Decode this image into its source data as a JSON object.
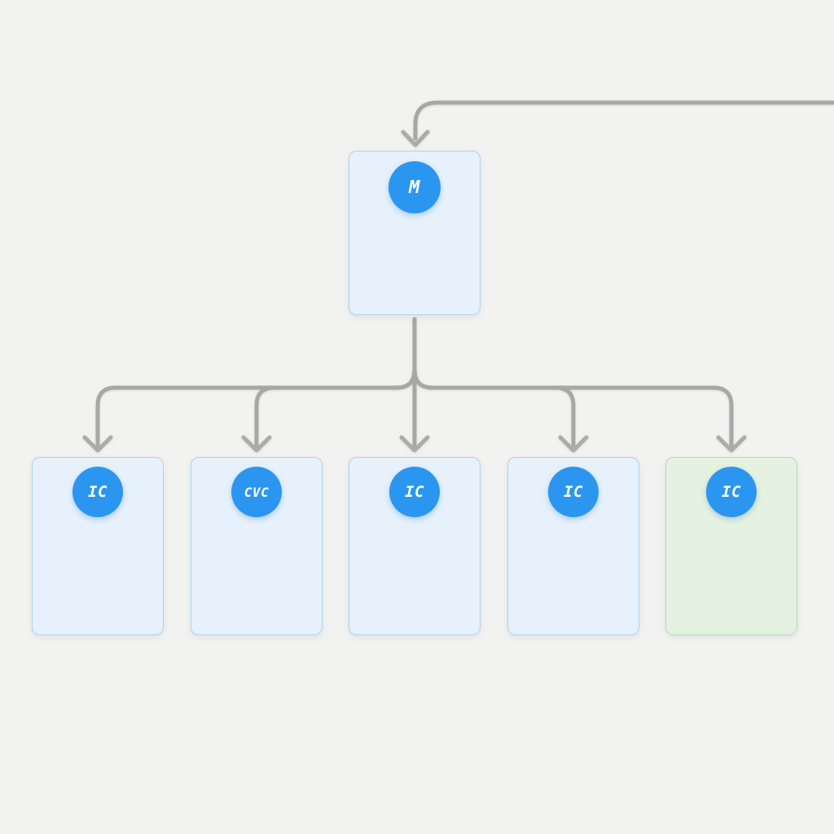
{
  "diagram": {
    "type": "org-chart-flow",
    "background_color": "#f2f2f1",
    "edge_color": "#a7a7a7",
    "badge": {
      "fill": "#2b96f0",
      "text_color": "#ffffff"
    },
    "node_variants": {
      "blue": {
        "fill": "#e6f1fb",
        "border": "#abd3f1"
      },
      "green": {
        "fill": "#e5f1e1",
        "border": "#b7dbb4"
      }
    },
    "root": {
      "id": "root",
      "badge_label": "M",
      "variant": "blue"
    },
    "children": [
      {
        "id": "child-1",
        "badge_label": "IC",
        "variant": "blue"
      },
      {
        "id": "child-2",
        "badge_label": "CVC",
        "variant": "blue"
      },
      {
        "id": "child-3",
        "badge_label": "IC",
        "variant": "blue"
      },
      {
        "id": "child-4",
        "badge_label": "IC",
        "variant": "blue"
      },
      {
        "id": "child-5",
        "badge_label": "IC",
        "variant": "green"
      }
    ],
    "edges": [
      {
        "from": "offscreen-right",
        "to": "root",
        "arrow": "down"
      },
      {
        "from": "root",
        "to": "child-1",
        "arrow": "down"
      },
      {
        "from": "root",
        "to": "child-2",
        "arrow": "down"
      },
      {
        "from": "root",
        "to": "child-3",
        "arrow": "down"
      },
      {
        "from": "root",
        "to": "child-4",
        "arrow": "down"
      },
      {
        "from": "root",
        "to": "child-5",
        "arrow": "down"
      }
    ]
  }
}
